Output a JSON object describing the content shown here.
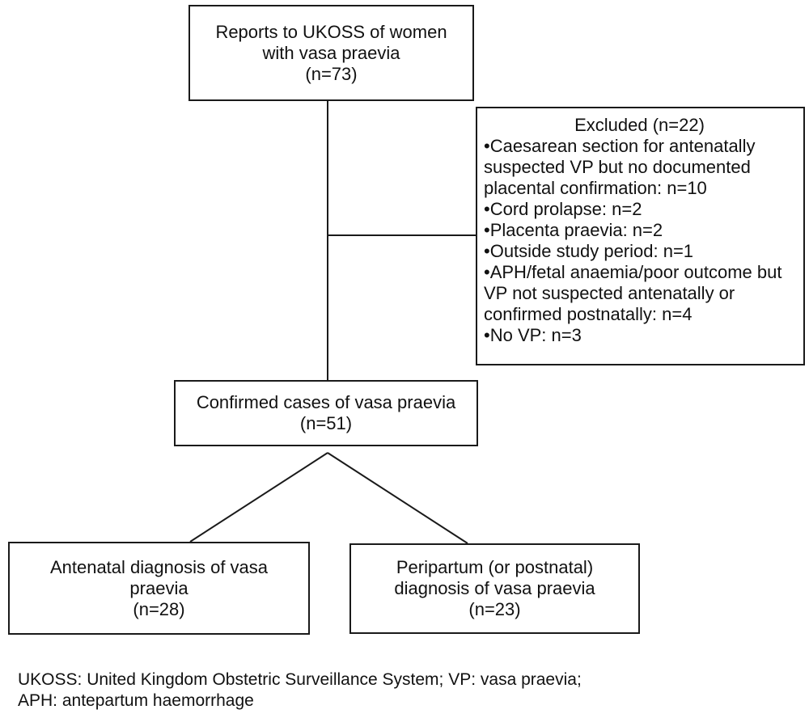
{
  "flowchart": {
    "top_box": {
      "line1": "Reports to UKOSS of women",
      "line2": "with vasa praevia",
      "count": "(n=73)"
    },
    "excluded_box": {
      "title": "Excluded (n=22)",
      "items": [
        "•Caesarean section for antenatally suspected VP but no documented placental confirmation: n=10",
        "•Cord prolapse: n=2",
        "•Placenta praevia: n=2",
        "•Outside study period: n=1",
        "•APH/fetal anaemia/poor outcome but VP not suspected antenatally or confirmed postnatally: n=4",
        "•No VP: n=3"
      ]
    },
    "confirmed_box": {
      "line1": "Confirmed cases of vasa praevia",
      "count": "(n=51)"
    },
    "antenatal_box": {
      "line1": "Antenatal diagnosis of vasa",
      "line2": "praevia",
      "count": "(n=28)"
    },
    "peripartum_box": {
      "line1": "Peripartum (or postnatal)",
      "line2": "diagnosis of vasa praevia",
      "count": "(n=23)"
    }
  },
  "footnote": {
    "line1": "UKOSS: United Kingdom Obstetric Surveillance System; VP: vasa praevia;",
    "line2": "APH: antepartum haemorrhage"
  },
  "colors": {
    "stroke": "#1a1a1a",
    "background": "#ffffff",
    "text": "#111111"
  }
}
